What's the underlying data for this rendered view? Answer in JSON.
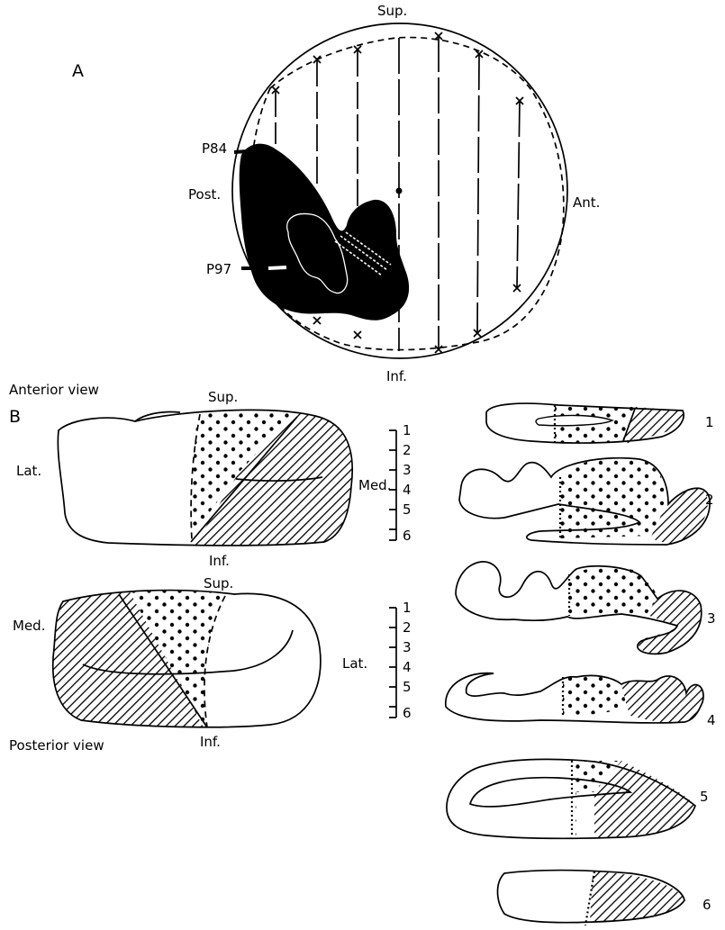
{
  "panel_a": {
    "label": "A",
    "sup": "Sup.",
    "inf": "Inf.",
    "post": "Post.",
    "ant": "Ant.",
    "probe1": "P84",
    "probe2": "P97"
  },
  "panel_b": {
    "label": "B",
    "anterior": {
      "title": "Anterior view",
      "sup": "Sup.",
      "inf": "Inf.",
      "lat": "Lat.",
      "med": "Med.",
      "levels": [
        "1",
        "2",
        "3",
        "4",
        "5",
        "6"
      ]
    },
    "posterior": {
      "title": "Posterior view",
      "sup": "Sup.",
      "inf": "Inf.",
      "lat": "Lat.",
      "med": "Med.",
      "levels": [
        "1",
        "2",
        "3",
        "4",
        "5",
        "6"
      ]
    },
    "sections": [
      "1",
      "2",
      "3",
      "4",
      "5",
      "6"
    ]
  }
}
